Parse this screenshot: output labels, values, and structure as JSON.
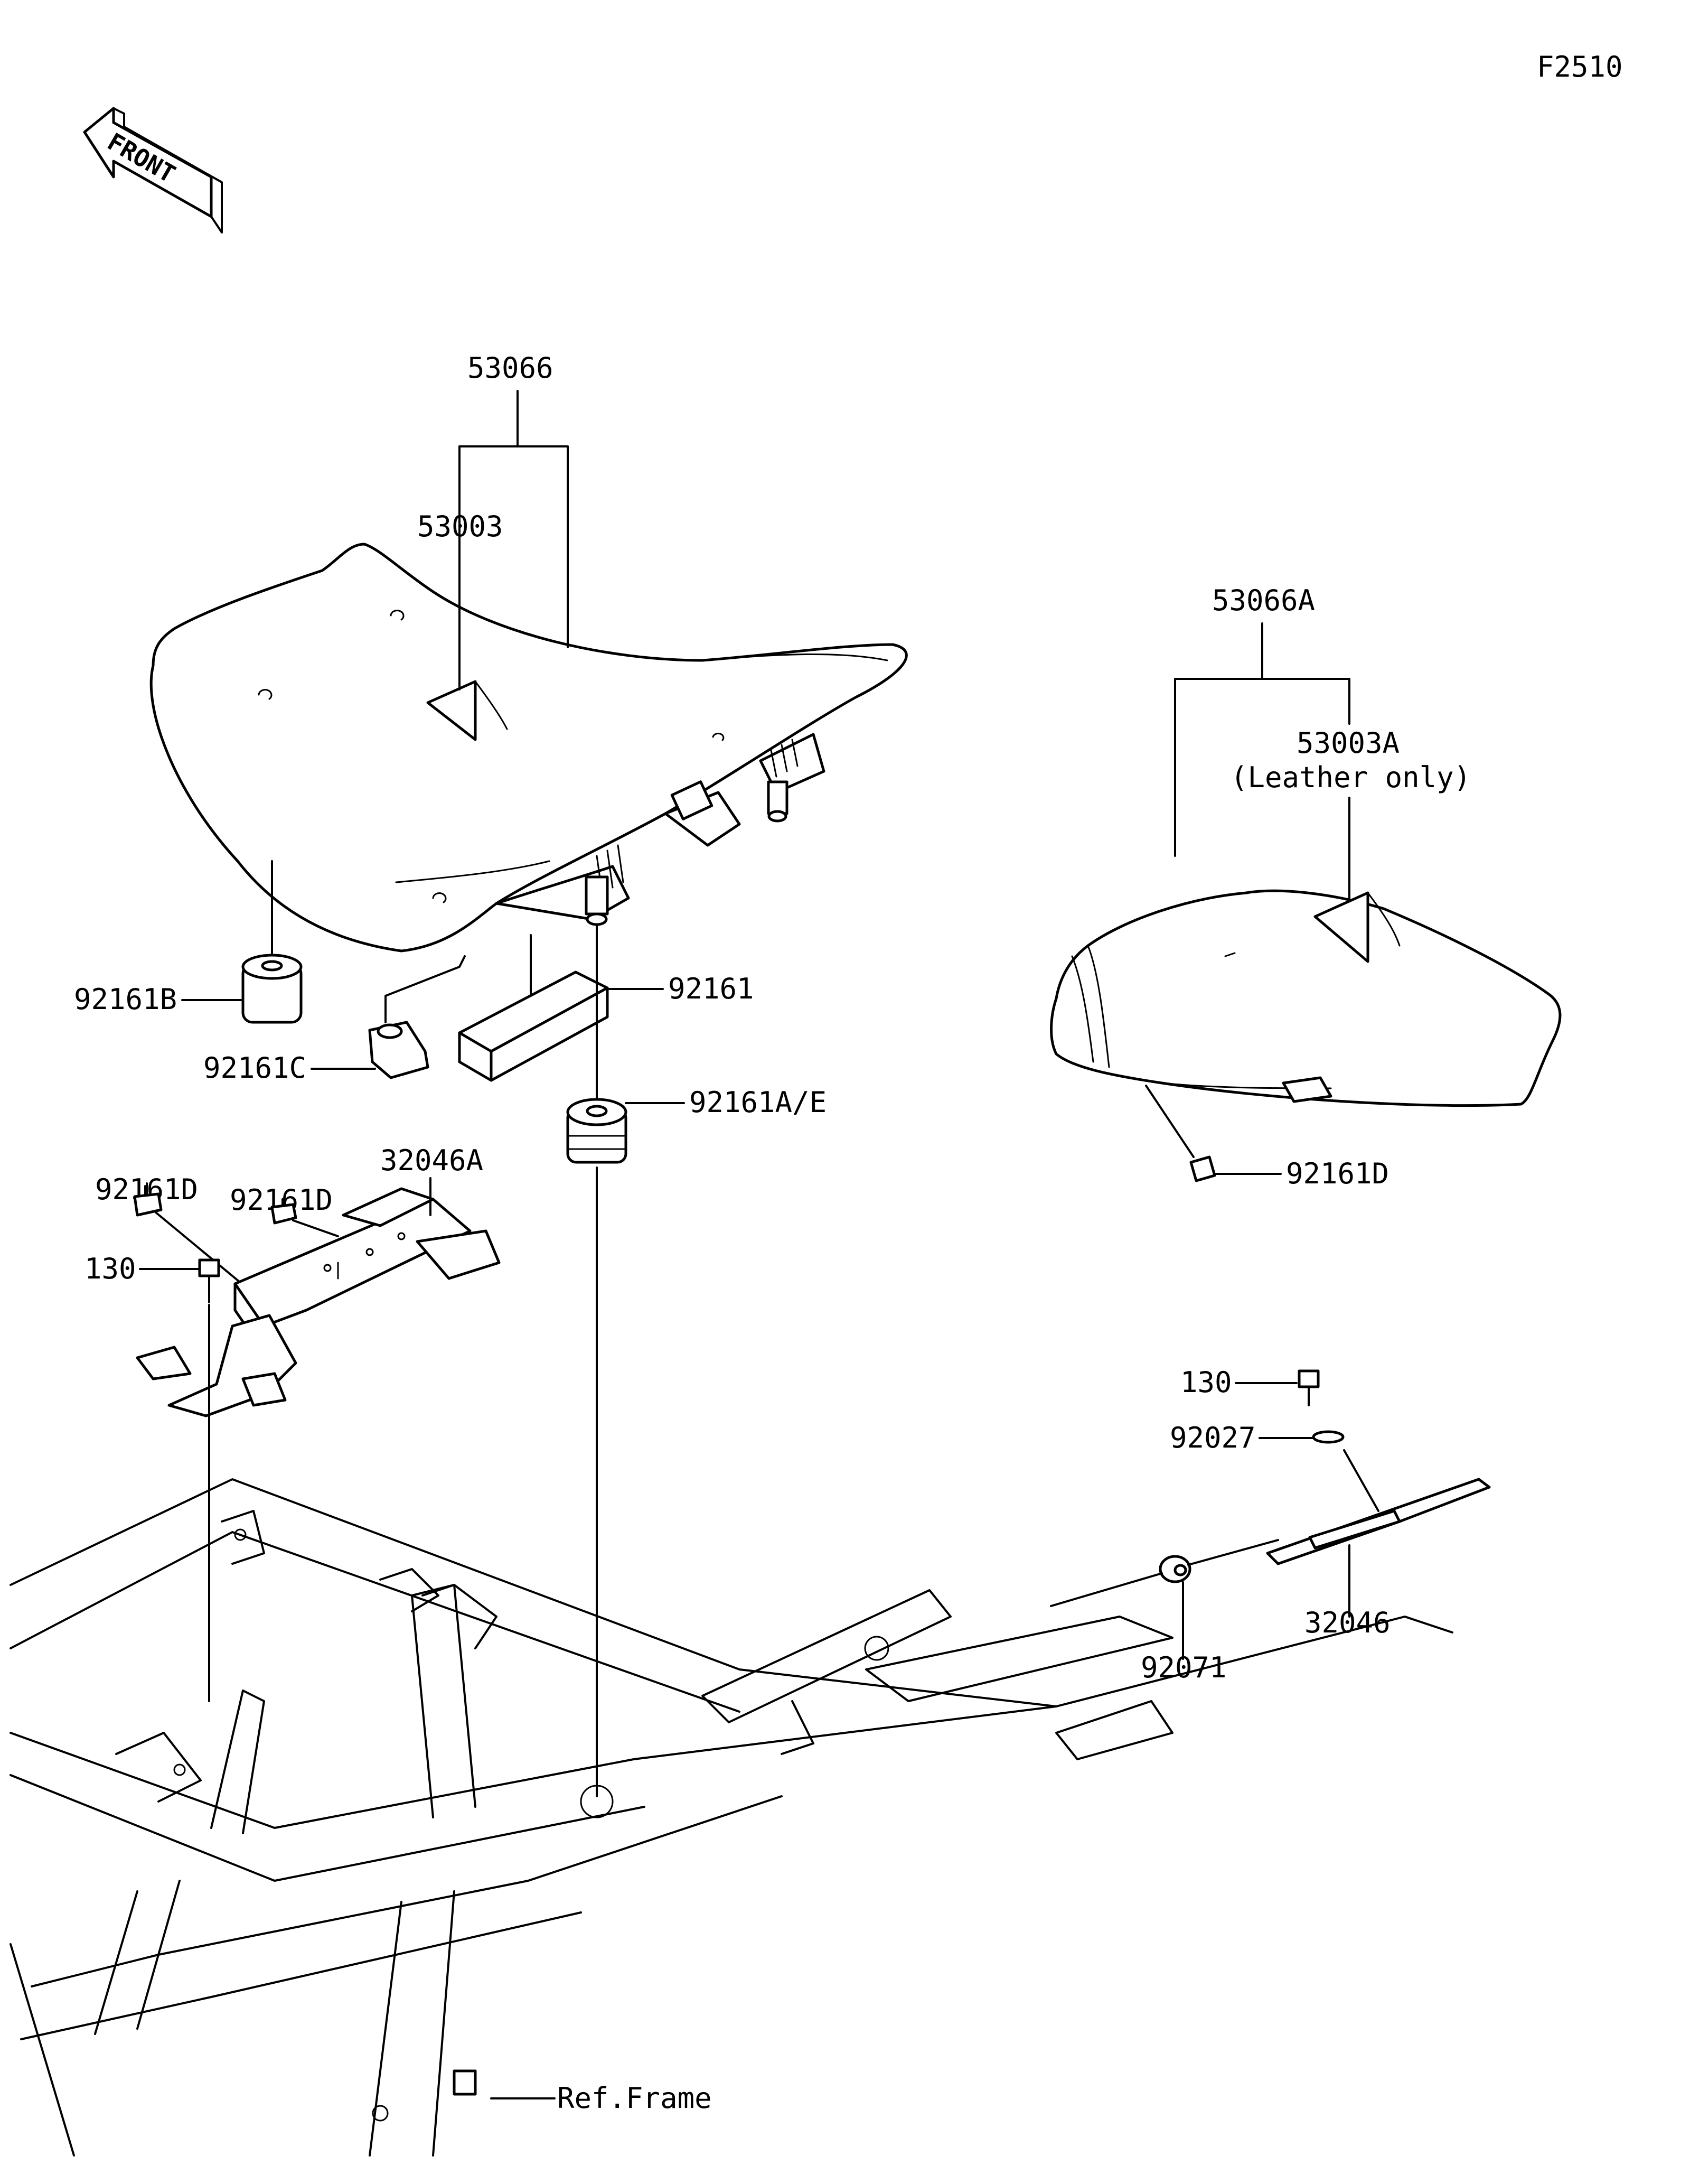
{
  "figure_code": "F2510",
  "front_arrow": {
    "text": "FRONT"
  },
  "labels": {
    "p53066": "53066",
    "p53003": "53003",
    "p53066A": "53066A",
    "p53003A": "53003A",
    "p53003A_note": "(Leather only)",
    "p92161B": "92161B",
    "p92161C": "92161C",
    "p92161": "92161",
    "p92161AE": "92161A/E",
    "p92161D_a": "92161D",
    "p92161D_b": "92161D",
    "p92161D_c": "92161D",
    "p32046A": "32046A",
    "p130_a": "130",
    "p130_b": "130",
    "p92027": "92027",
    "p92071": "92071",
    "p32046": "32046",
    "ref_frame": "Ref.Frame"
  }
}
